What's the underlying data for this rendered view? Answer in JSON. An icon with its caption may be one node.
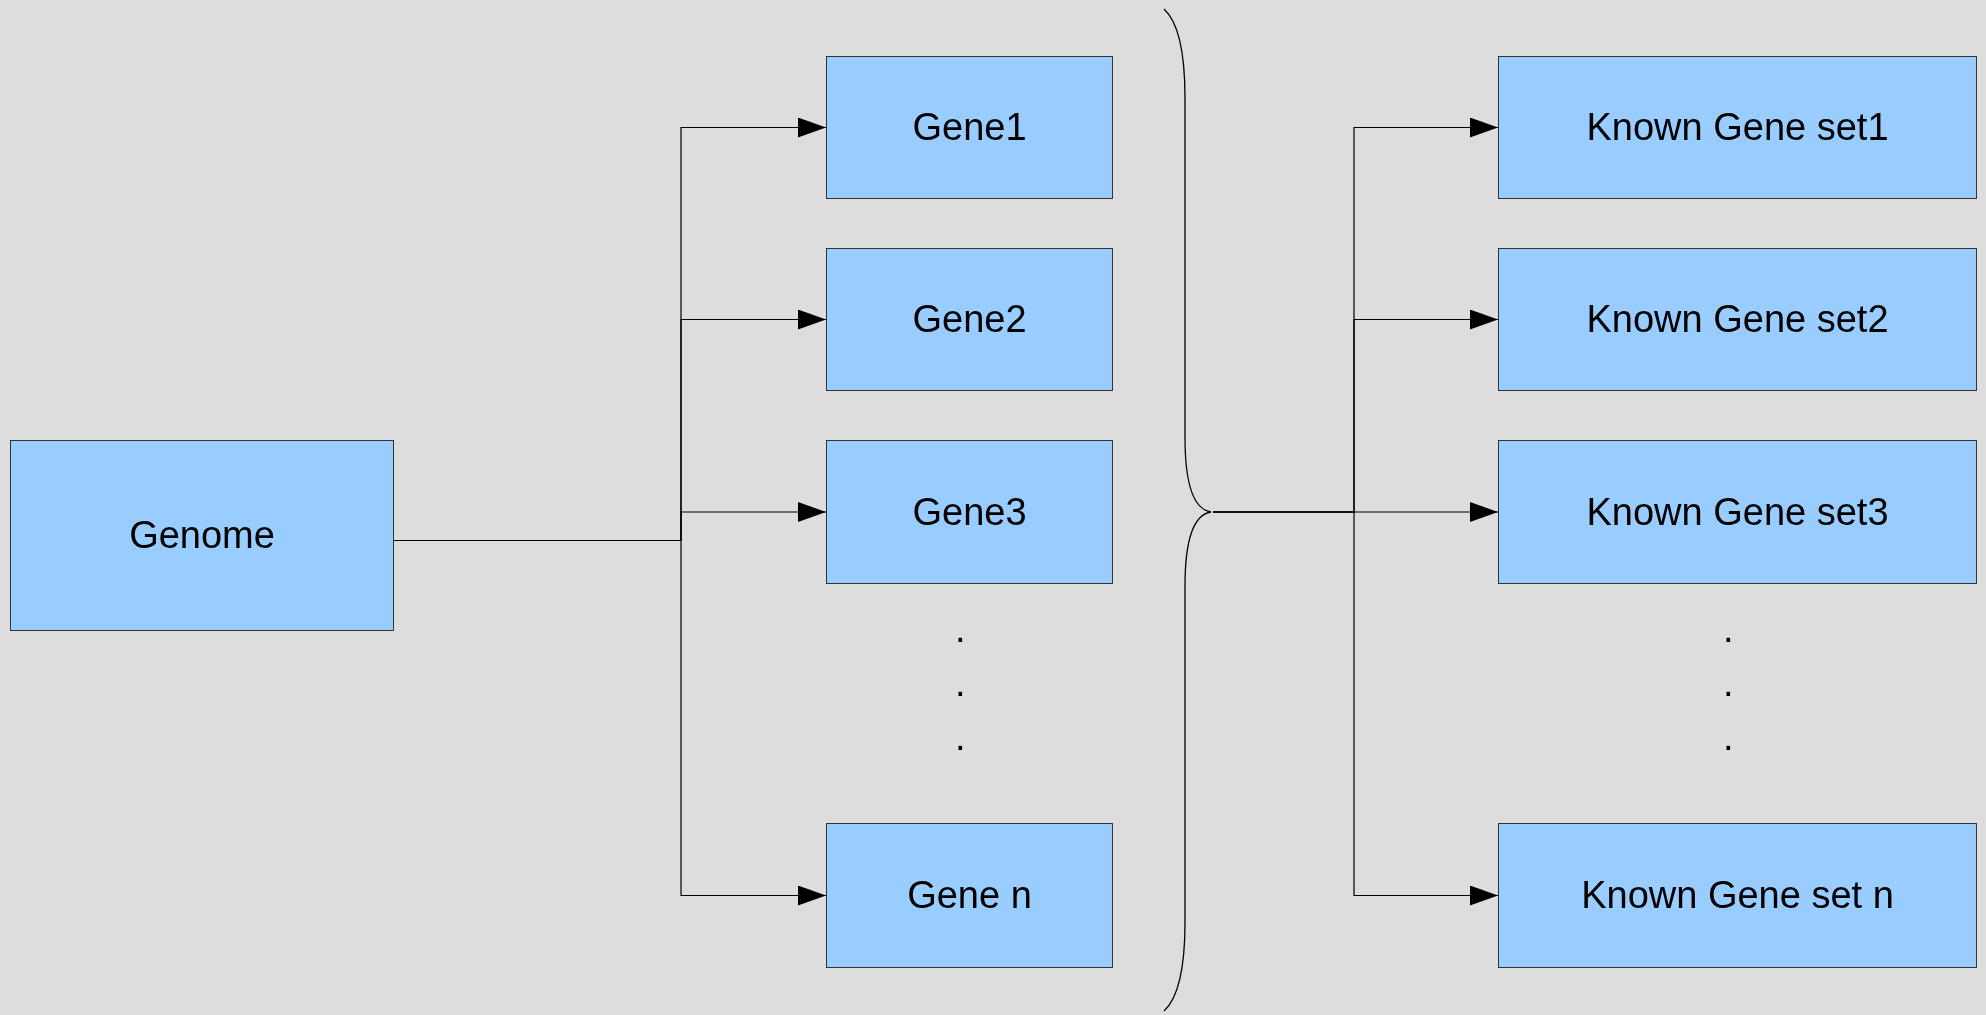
{
  "diagram": {
    "nodes": [
      {
        "text": [
          "Genome"
        ]
      },
      {
        "text": [
          "Gene1"
        ]
      },
      {
        "text": [
          "Gene2"
        ]
      },
      {
        "text": [
          "Gene3"
        ]
      },
      {
        "text": [
          "Gene n"
        ]
      },
      {
        "text": [],
        "shape": "brace"
      },
      {
        "text": [
          "Known Gene set1"
        ]
      },
      {
        "text": [
          "Known Gene set2"
        ]
      },
      {
        "text": [
          "Known Gene set3"
        ]
      },
      {
        "text": [
          "Known Gene set n"
        ]
      }
    ],
    "edges": [
      {
        "from": 0,
        "to": 1,
        "arrow": "to"
      },
      {
        "from": 0,
        "to": 2,
        "arrow": "to"
      },
      {
        "from": 0,
        "to": 3,
        "arrow": "to"
      },
      {
        "from": 0,
        "to": 4,
        "arrow": "to"
      },
      {
        "from": 5,
        "to": 6,
        "arrow": "to"
      },
      {
        "from": 5,
        "to": 7,
        "arrow": "to"
      },
      {
        "from": 5,
        "to": 8,
        "arrow": "to"
      },
      {
        "from": 5,
        "to": 9,
        "arrow": "to"
      }
    ],
    "labels": [
      ".",
      ".",
      ".",
      ".",
      ".",
      "."
    ]
  }
}
